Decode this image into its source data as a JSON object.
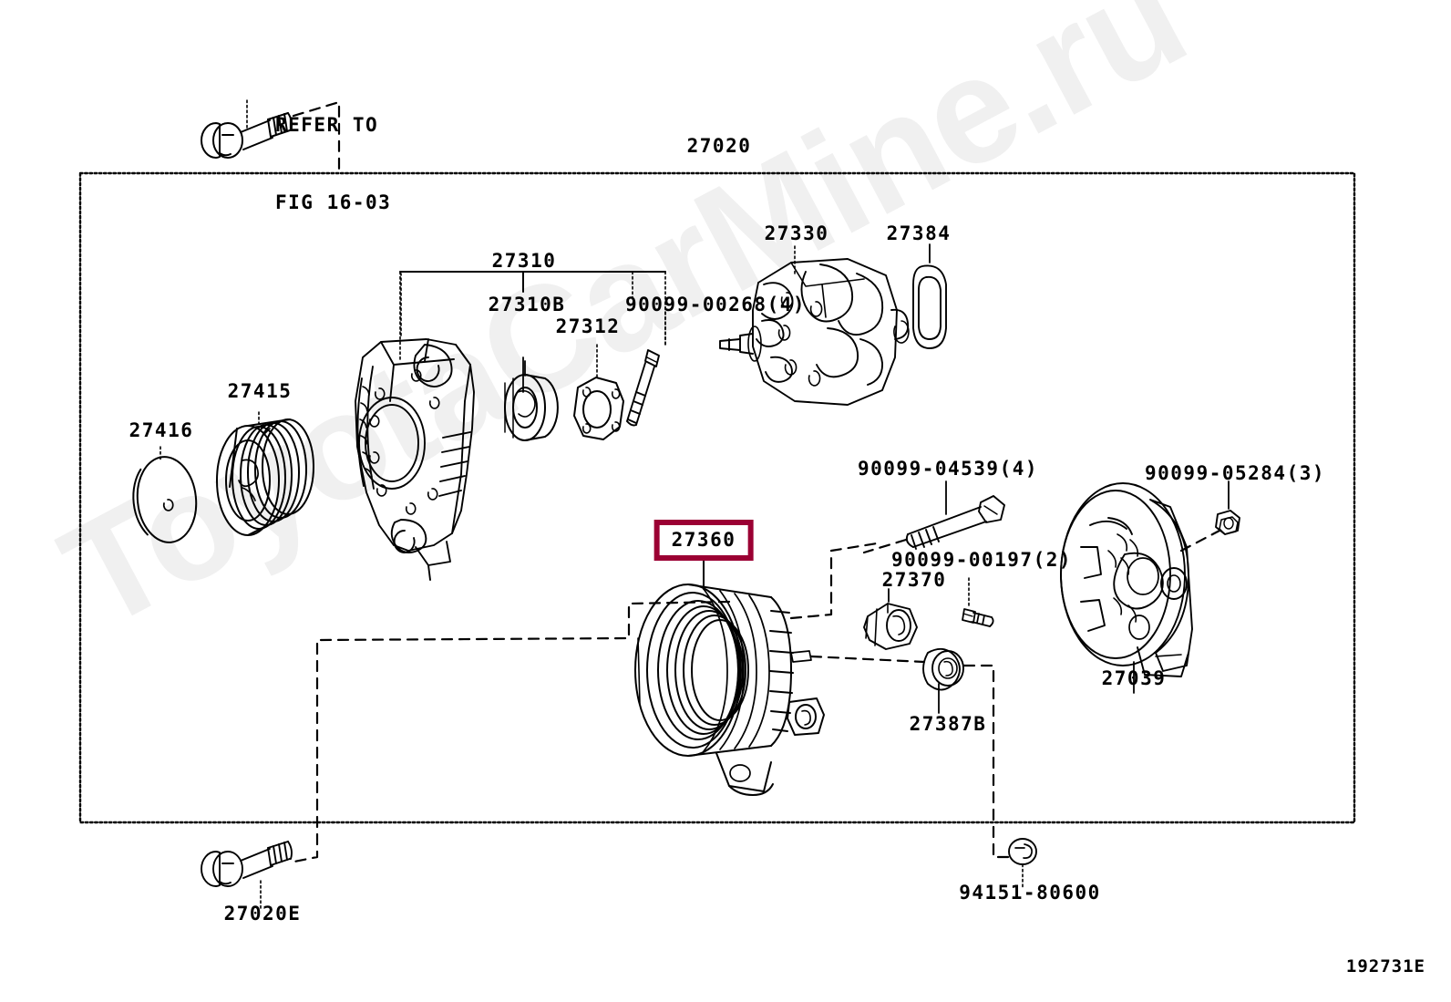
{
  "diagram": {
    "id_code": "192731E",
    "watermark": "ToyotaCarMine.ru",
    "assembly_label": "27020",
    "refer_note_line1": "REFER TO",
    "refer_note_line2": "FIG 16-03",
    "highlighted_part": "27360"
  },
  "parts": [
    {
      "number": "27020",
      "name": "alternator-assembly"
    },
    {
      "number": "27416",
      "name": "pulley-cover-cap"
    },
    {
      "number": "27415",
      "name": "alternator-pulley"
    },
    {
      "number": "27310",
      "name": "drive-end-frame-group"
    },
    {
      "number": "27310B",
      "name": "drive-end-frame"
    },
    {
      "number": "27312",
      "name": "bearing-retainer-plate"
    },
    {
      "number": "90099-00268(4)",
      "name": "retainer-screw"
    },
    {
      "number": "27330",
      "name": "rotor-assembly"
    },
    {
      "number": "27384",
      "name": "o-ring-seal"
    },
    {
      "number": "27360",
      "name": "stator-coil-assembly"
    },
    {
      "number": "90099-04539(4)",
      "name": "through-bolt"
    },
    {
      "number": "27370",
      "name": "rectifier-holder"
    },
    {
      "number": "90099-00197(2)",
      "name": "rectifier-screw"
    },
    {
      "number": "90099-05284(3)",
      "name": "rear-cover-nut"
    },
    {
      "number": "27039",
      "name": "rear-end-cover"
    },
    {
      "number": "27387B",
      "name": "terminal-insulator-bushing"
    },
    {
      "number": "94151-80600",
      "name": "terminal-nut"
    },
    {
      "number": "27020E",
      "name": "alternator-mounting-bolt"
    }
  ],
  "labels": {
    "p27020": "27020",
    "p27416": "27416",
    "p27415": "27415",
    "p27310": "27310",
    "p27310B": "27310B",
    "p27312": "27312",
    "p90099_00268": "90099-00268(4)",
    "p27330": "27330",
    "p27384": "27384",
    "p27360": "27360",
    "p90099_04539": "90099-04539(4)",
    "p27370": "27370",
    "p90099_00197": "90099-00197(2)",
    "p90099_05284": "90099-05284(3)",
    "p27039": "27039",
    "p27387B": "27387B",
    "p94151_80600": "94151-80600",
    "p27020E": "27020E"
  },
  "colors": {
    "line": "#000000",
    "highlight_border": "#9B0033",
    "watermark": "#F0F0F0",
    "background": "#FFFFFF"
  }
}
